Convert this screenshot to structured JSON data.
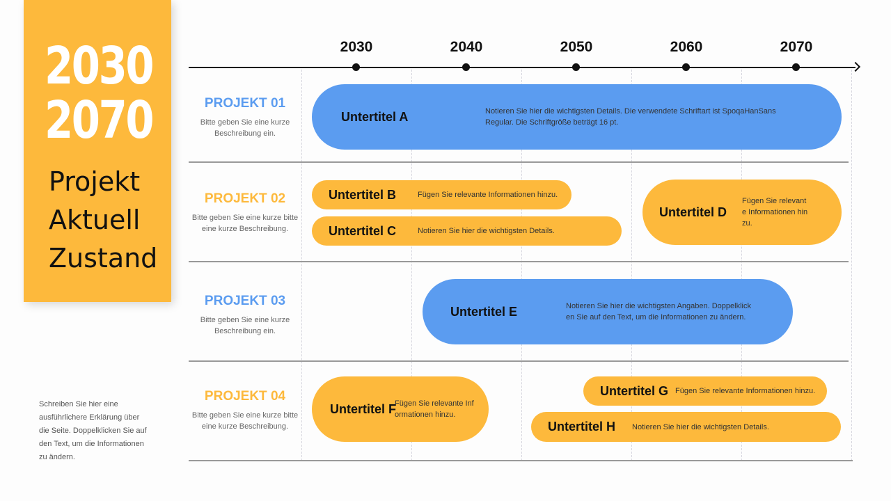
{
  "panel": {
    "year_start": "2030",
    "year_end": "2070",
    "title": [
      "Projekt",
      "Aktuell",
      "Zustand"
    ],
    "note": "Schreiben Sie hier eine ausführlichere Erklärung über die Seite. Doppelklicken Sie auf den Text, um die Informationen zu ändern."
  },
  "axis": {
    "years": [
      "2030",
      "2040",
      "2050",
      "2060",
      "2070"
    ]
  },
  "projects": [
    {
      "title": "PROJEKT 01",
      "desc": "Bitte geben Sie eine kurze Beschreibung ein.",
      "color": "#5B9CF0"
    },
    {
      "title": "PROJEKT 02",
      "desc": "Bitte geben Sie eine kurze bitte eine kurze Beschreibung.",
      "color": "#FDB93C"
    },
    {
      "title": "PROJEKT 03",
      "desc": "Bitte geben Sie eine kurze Beschreibung ein.",
      "color": "#5B9CF0"
    },
    {
      "title": "PROJEKT 04",
      "desc": "Bitte geben Sie eine kurze bitte eine kurze Beschreibung.",
      "color": "#FDB93C"
    }
  ],
  "bars": {
    "a": {
      "title": "Untertitel A",
      "text": "Notieren Sie hier die wichtigsten Details. Die verwendete Schriftart ist SpoqaHanSans Regular. Die Schriftgröße beträgt 16 pt."
    },
    "b": {
      "title": "Untertitel B",
      "text": "Fügen Sie relevante Informationen hinzu."
    },
    "c": {
      "title": "Untertitel C",
      "text": "Notieren Sie hier die wichtigsten Details."
    },
    "d": {
      "title": "Untertitel D",
      "text": "Fügen Sie relevante Informationen hinzu."
    },
    "e": {
      "title": "Untertitel E",
      "text": "Notieren Sie hier die wichtigsten Angaben. Doppelklicken Sie auf den Text, um die Informationen zu ändern."
    },
    "f": {
      "title": "Untertitel F",
      "text": "Fügen Sie relevante Informationen hinzu."
    },
    "g": {
      "title": "Untertitel G",
      "text": "Fügen Sie relevante Informationen hinzu."
    },
    "h": {
      "title": "Untertitel H",
      "text": "Notieren Sie hier die wichtigsten Details."
    }
  }
}
